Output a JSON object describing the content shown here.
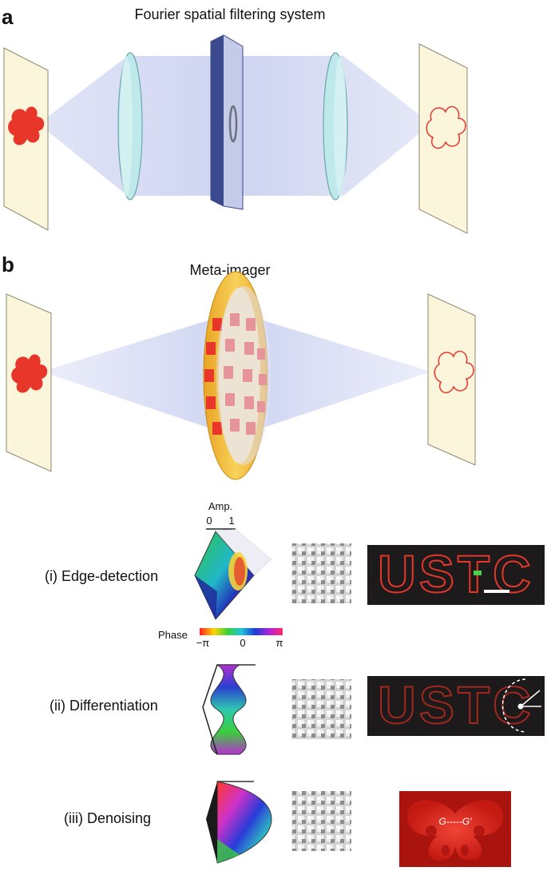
{
  "panel_a": {
    "letter": "a",
    "title": "Fourier spatial filtering system"
  },
  "panel_b": {
    "letter": "b",
    "title": "Meta-imager"
  },
  "amp_axis": {
    "label": "Amp.",
    "min": "0",
    "max": "1"
  },
  "phase_bar": {
    "label": "Phase",
    "min": "−π",
    "mid": "0",
    "max": "π"
  },
  "rows": [
    {
      "label": "(i)  Edge-detection",
      "sample_text": "USTC"
    },
    {
      "label": "(ii)  Differentiation",
      "sample_text": "USTC"
    },
    {
      "label": "(iii)  Denoising",
      "annotation": "G-----G′"
    }
  ],
  "colors": {
    "object_red": "#e8372a",
    "lens": "#bfe8ea",
    "filter": "#3b4a8c",
    "screen": "#fbf5dc",
    "ring": "#f4c542",
    "dark_panel": "#1c1a1a"
  }
}
